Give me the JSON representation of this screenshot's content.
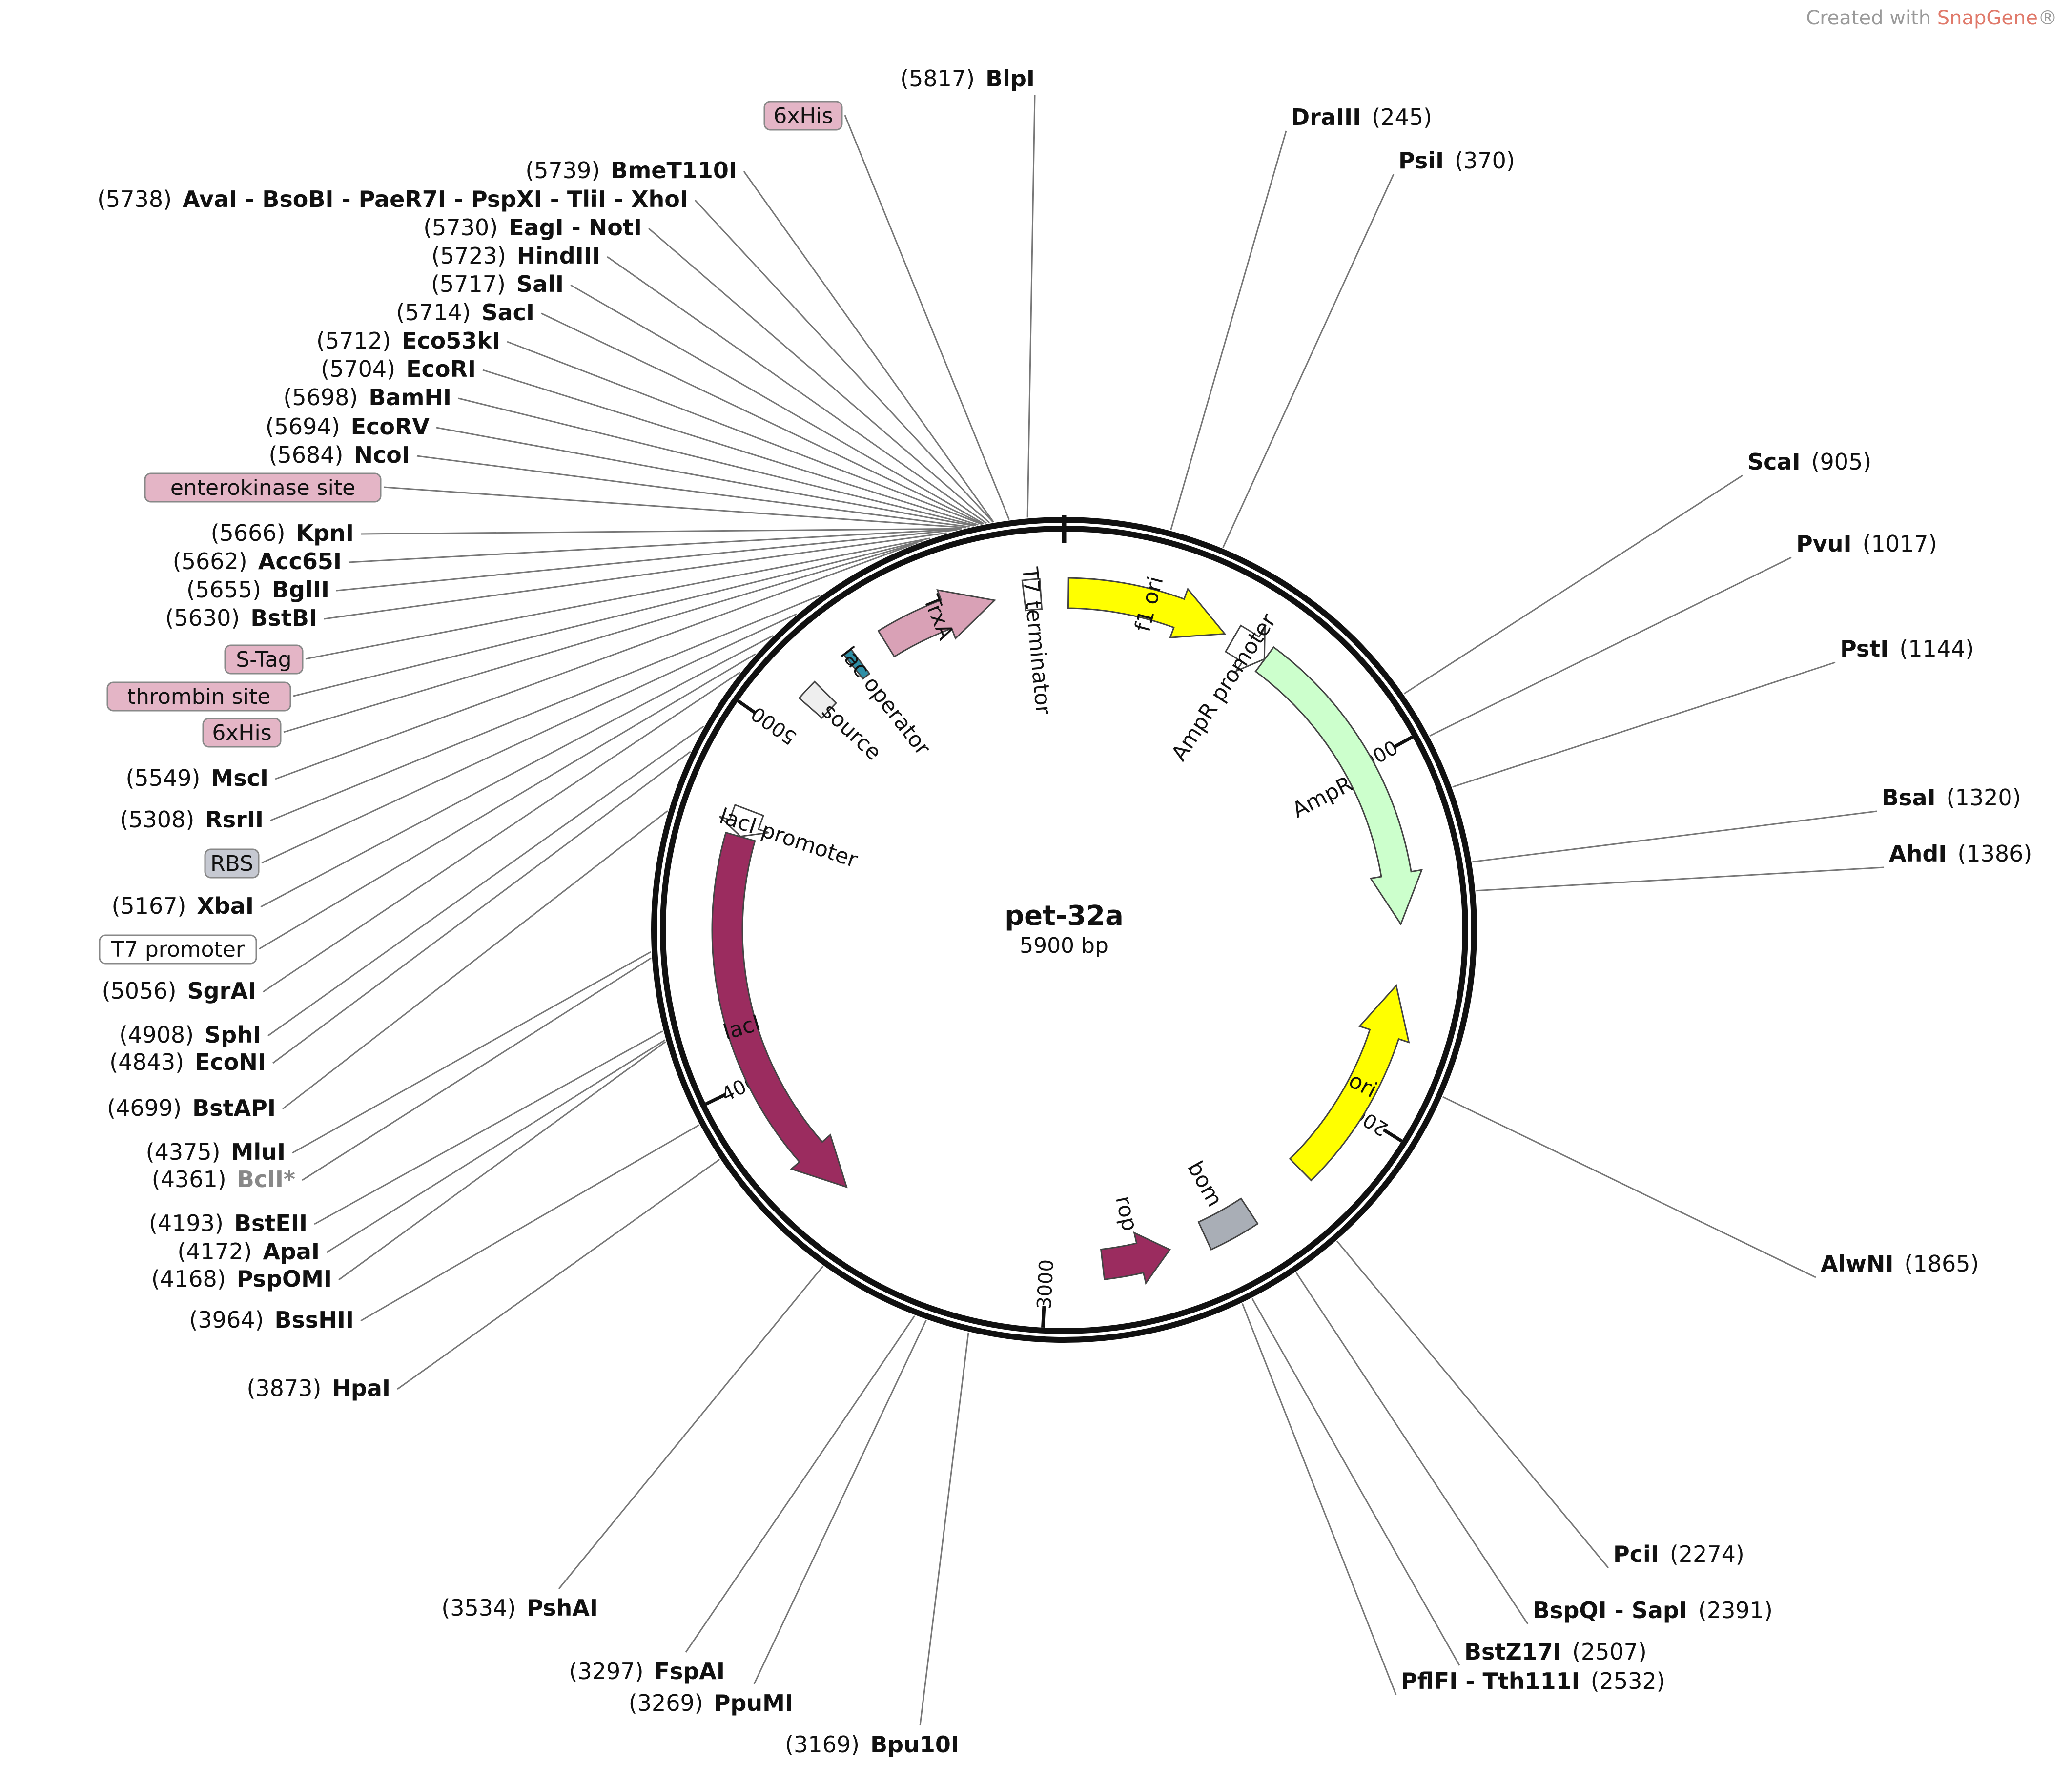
{
  "credit": {
    "prefix": "Created with ",
    "brand": "SnapGene",
    "suffix": "®"
  },
  "plasmid": {
    "name": "pet-32a",
    "size_label": "5900 bp",
    "length_bp": 5900
  },
  "ticks": [
    {
      "bp": 1000,
      "label": "1000"
    },
    {
      "bp": 2000,
      "label": "2000"
    },
    {
      "bp": 3000,
      "label": "3000"
    },
    {
      "bp": 4000,
      "label": "4000"
    },
    {
      "bp": 5000,
      "label": "5000"
    }
  ],
  "features": [
    {
      "name": "f1 ori",
      "start": 12,
      "end": 467,
      "strand": 1,
      "color": "#ffff00",
      "label_inside": true
    },
    {
      "name": "AmpR promoter",
      "start": 494,
      "end": 598,
      "strand": 1,
      "color": "#ffffff"
    },
    {
      "name": "AmpR",
      "start": 599,
      "end": 1459,
      "strand": 1,
      "color": "#ccffcc"
    },
    {
      "name": "ori",
      "start": 1631,
      "end": 2219,
      "strand": -1,
      "color": "#ffff00",
      "label_inside": true
    },
    {
      "name": "bom",
      "start": 2403,
      "end": 2545,
      "strand": 0,
      "color": "#a9aeb6"
    },
    {
      "name": "rop",
      "start": 2650,
      "end": 2842,
      "strand": -1,
      "color": "#9b2c5f"
    },
    {
      "name": "lacI",
      "start": 3609,
      "end": 4688,
      "strand": -1,
      "color": "#9b2c5f",
      "label_inside": true
    },
    {
      "name": "lacI promoter",
      "start": 4689,
      "end": 4766,
      "strand": -1,
      "color": "#ffffff"
    },
    {
      "name": "lac operator",
      "start": 5266,
      "end": 5290,
      "strand": 0,
      "color": "#2f8fa6"
    },
    {
      "name": "TrxA",
      "start": 5378,
      "end": 5705,
      "strand": 1,
      "color": "#d9a1b6",
      "label_inside": true
    },
    {
      "name": "T7 terminator",
      "start": 5788,
      "end": 5835,
      "strand": 0,
      "color": "#ffffff"
    },
    {
      "name": "source",
      "start": 5100,
      "end": 5160,
      "strand": 0,
      "color": "#eeeeee"
    }
  ],
  "left_labels": [
    {
      "pos": "(5739)",
      "name": "BmeT110I",
      "bp": 5739
    },
    {
      "pos": "(5738)",
      "name": "AvaI - BsoBI - PaeR7I - PspXI - TliI - XhoI",
      "bp": 5738
    },
    {
      "pos": "(5730)",
      "name": "EagI - NotI",
      "bp": 5730
    },
    {
      "pos": "(5723)",
      "name": "HindIII",
      "bp": 5723
    },
    {
      "pos": "(5717)",
      "name": "SalI",
      "bp": 5717
    },
    {
      "pos": "(5714)",
      "name": "SacI",
      "bp": 5714
    },
    {
      "pos": "(5712)",
      "name": "Eco53kI",
      "bp": 5712
    },
    {
      "pos": "(5704)",
      "name": "EcoRI",
      "bp": 5704
    },
    {
      "pos": "(5698)",
      "name": "BamHI",
      "bp": 5698
    },
    {
      "pos": "(5694)",
      "name": "EcoRV",
      "bp": 5694
    },
    {
      "pos": "(5684)",
      "name": "NcoI",
      "bp": 5684
    },
    {
      "pos": "(5666)",
      "name": "KpnI",
      "bp": 5666
    },
    {
      "pos": "(5662)",
      "name": "Acc65I",
      "bp": 5662
    },
    {
      "pos": "(5655)",
      "name": "BglII",
      "bp": 5655
    },
    {
      "pos": "(5630)",
      "name": "BstBI",
      "bp": 5630
    },
    {
      "pos": "(5549)",
      "name": "MscI",
      "bp": 5549
    },
    {
      "pos": "(5308)",
      "name": "RsrII",
      "bp": 5308
    },
    {
      "pos": "(5167)",
      "name": "XbaI",
      "bp": 5167
    },
    {
      "pos": "(5056)",
      "name": "SgrAI",
      "bp": 5056
    },
    {
      "pos": "(4908)",
      "name": "SphI",
      "bp": 4908
    },
    {
      "pos": "(4843)",
      "name": "EcoNI",
      "bp": 4843
    },
    {
      "pos": "(4699)",
      "name": "BstAPI",
      "bp": 4699
    },
    {
      "pos": "(4375)",
      "name": "MluI",
      "bp": 4375
    },
    {
      "pos": "(4361)",
      "name": "BclI*",
      "bp": 4361,
      "gray": true
    },
    {
      "pos": "(4193)",
      "name": "BstEII",
      "bp": 4193
    },
    {
      "pos": "(4172)",
      "name": "ApaI",
      "bp": 4172
    },
    {
      "pos": "(4168)",
      "name": "PspOMI",
      "bp": 4168
    },
    {
      "pos": "(3964)",
      "name": "BssHII",
      "bp": 3964
    },
    {
      "pos": "(3873)",
      "name": "HpaI",
      "bp": 3873
    }
  ],
  "left_boxes": [
    {
      "label": "6xHis",
      "bp": 5775,
      "fill": "#e4b5c6"
    },
    {
      "label": "enterokinase site",
      "bp": 5676,
      "fill": "#e4b5c6"
    },
    {
      "label": "S-Tag",
      "bp": 5590,
      "fill": "#e4b5c6"
    },
    {
      "label": "thrombin site",
      "bp": 5575,
      "fill": "#e4b5c6"
    },
    {
      "label": "6xHis",
      "bp": 5560,
      "fill": "#e4b5c6"
    },
    {
      "label": "RBS",
      "bp": 5240,
      "fill": "#c6c9d2"
    },
    {
      "label": "T7 promoter",
      "bp": 5110,
      "fill": "#ffffff"
    }
  ],
  "top_labels": [
    {
      "pos": "(5817)",
      "name": "BlpI",
      "bp": 5817
    }
  ],
  "right_labels": [
    {
      "name": "DraIII",
      "pos": "(245)",
      "bp": 245
    },
    {
      "name": "PsiI",
      "pos": "(370)",
      "bp": 370
    },
    {
      "name": "ScaI",
      "pos": "(905)",
      "bp": 905
    },
    {
      "name": "PvuI",
      "pos": "(1017)",
      "bp": 1017
    },
    {
      "name": "PstI",
      "pos": "(1144)",
      "bp": 1144
    },
    {
      "name": "BsaI",
      "pos": "(1320)",
      "bp": 1320
    },
    {
      "name": "AhdI",
      "pos": "(1386)",
      "bp": 1386
    },
    {
      "name": "AlwNI",
      "pos": "(1865)",
      "bp": 1865
    },
    {
      "name": "PciI",
      "pos": "(2274)",
      "bp": 2274
    },
    {
      "name": "BspQI - SapI",
      "pos": "(2391)",
      "bp": 2391
    },
    {
      "name": "BstZ17I",
      "pos": "(2507)",
      "bp": 2507
    },
    {
      "name": "PflFI - Tth111I",
      "pos": "(2532)",
      "bp": 2532
    }
  ],
  "bottom_labels": [
    {
      "pos": "(3534)",
      "name": "PshAI",
      "bp": 3534
    },
    {
      "pos": "(3297)",
      "name": "FspAI",
      "bp": 3297
    },
    {
      "pos": "(3269)",
      "name": "PpuMI",
      "bp": 3269
    },
    {
      "pos": "(3169)",
      "name": "Bpu10I",
      "bp": 3169
    }
  ]
}
